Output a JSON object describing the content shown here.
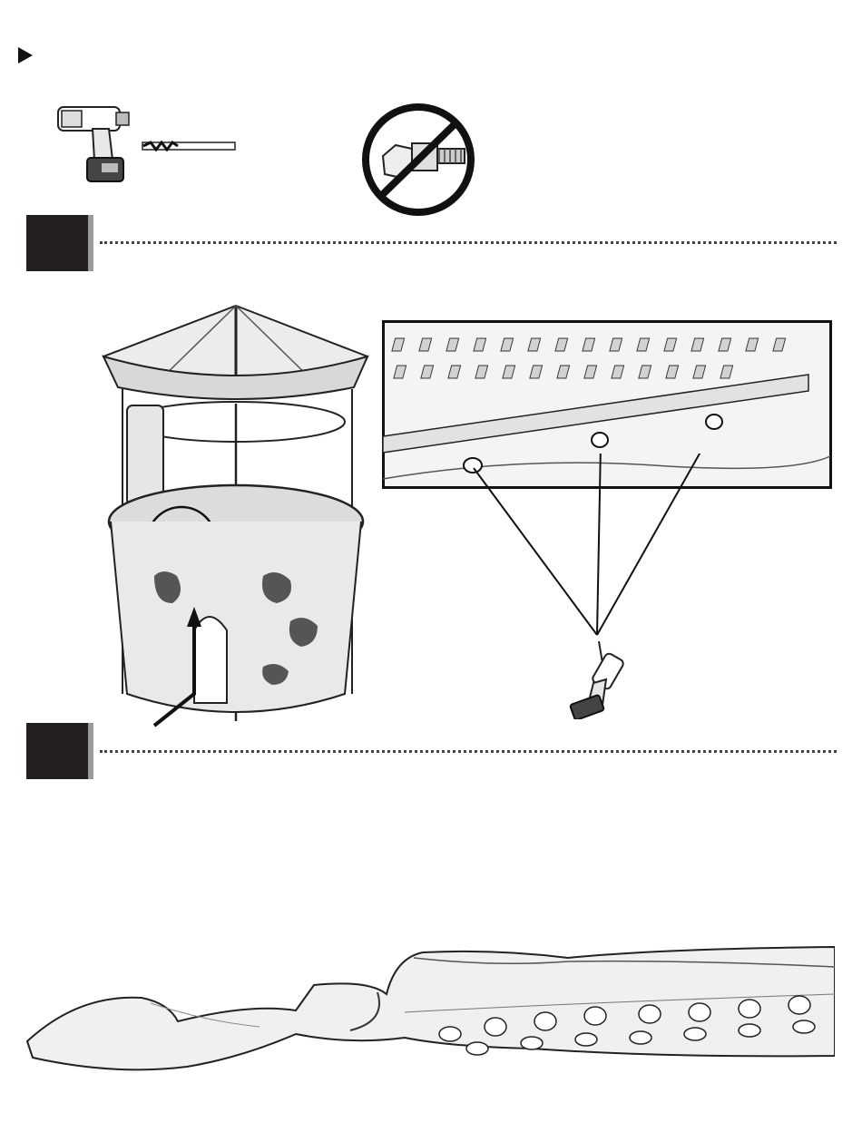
{
  "page": {
    "section_marker": "play-arrow"
  },
  "tools": {
    "drill_icon": "power-drill-icon",
    "bit_icon": "drill-bit-icon",
    "no_nut_bolt_icon": "no-nut-and-bolt-icon"
  },
  "steps": [
    {
      "number": ""
    },
    {
      "number": ""
    }
  ],
  "figures": {
    "tower": "playhouse-tower-illustration",
    "detail": "floor-detail-inset",
    "slide": "wavy-slide-illustration"
  },
  "colors": {
    "step_box": "#231f20",
    "step_shadow": "#9a9a9a",
    "line": "#111111",
    "prohibit_circle": "#111111"
  }
}
